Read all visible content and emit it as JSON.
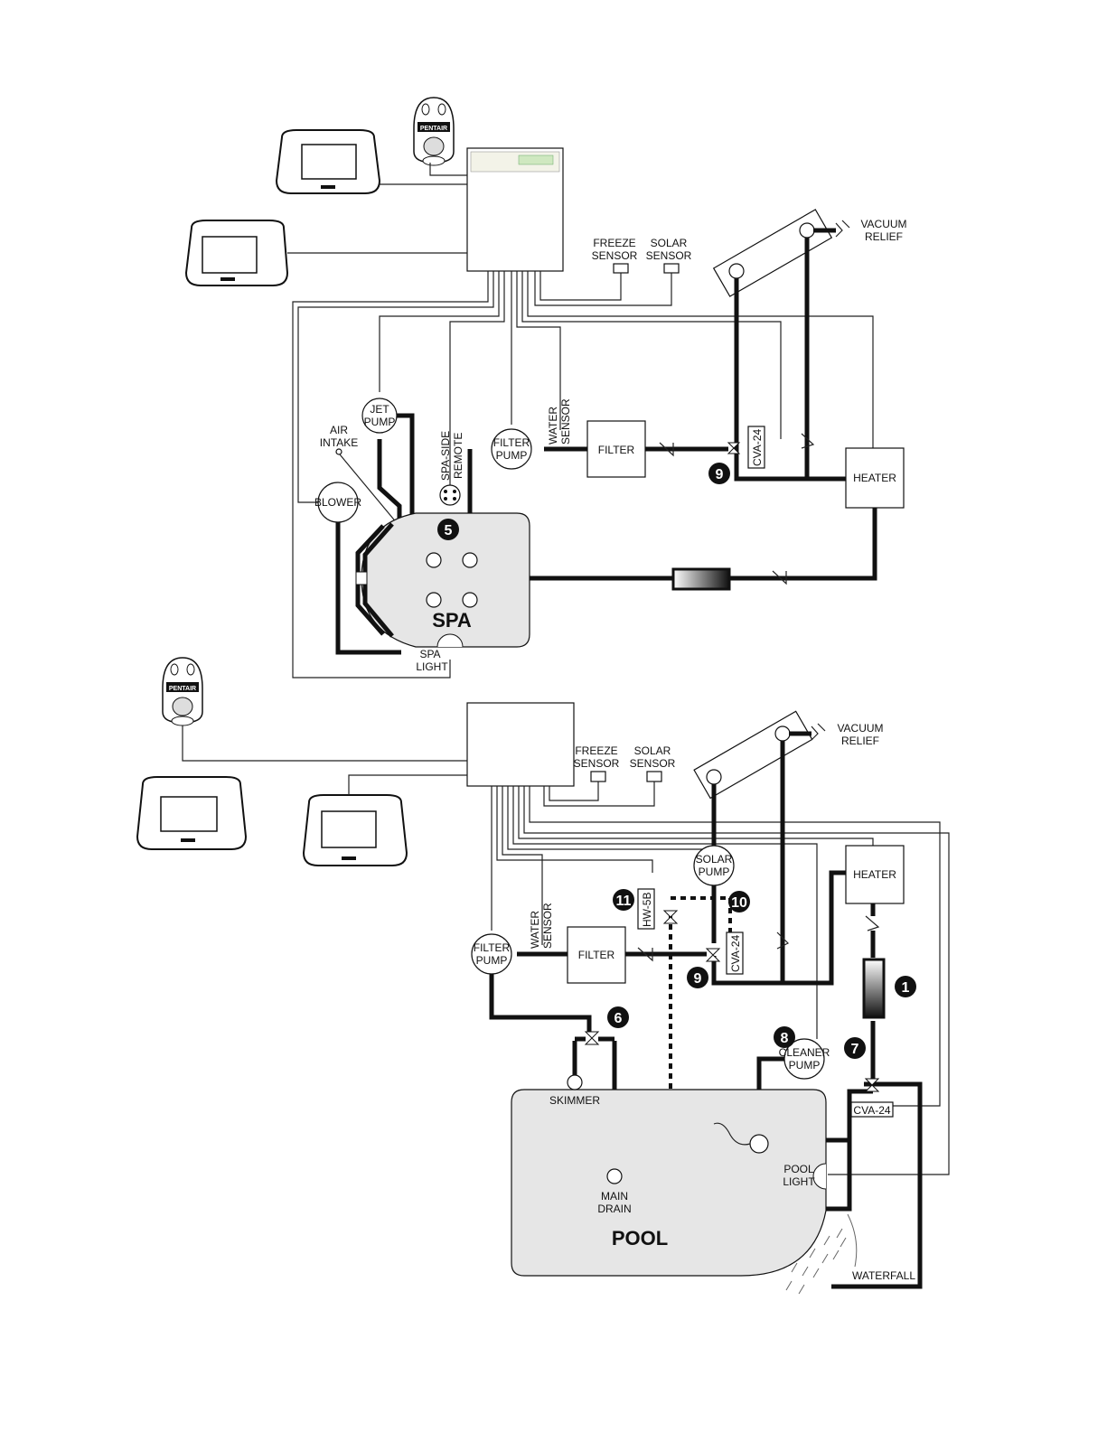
{
  "spa_section": {
    "freeze_sensor": [
      "FREEZE",
      "SENSOR"
    ],
    "solar_sensor": [
      "SOLAR",
      "SENSOR"
    ],
    "vacuum_relief": [
      "VACUUM",
      "RELIEF"
    ],
    "jet_pump": [
      "JET",
      "PUMP"
    ],
    "air_intake": [
      "AIR",
      "INTAKE"
    ],
    "blower": "BLOWER",
    "spa_side_remote": [
      "SPA-SIDE",
      "REMOTE"
    ],
    "filter_pump": [
      "FILTER",
      "PUMP"
    ],
    "water_sensor": [
      "WATER",
      "SENSOR"
    ],
    "filter": "FILTER",
    "valve": "CVA-24",
    "heater": "HEATER",
    "spa": "SPA",
    "spa_light": [
      "SPA",
      "LIGHT"
    ],
    "callouts": [
      "5",
      "9"
    ]
  },
  "pool_section": {
    "freeze_sensor": [
      "FREEZE",
      "SENSOR"
    ],
    "solar_sensor": [
      "SOLAR",
      "SENSOR"
    ],
    "vacuum_relief": [
      "VACUUM",
      "RELIEF"
    ],
    "solar_pump": [
      "SOLAR",
      "PUMP"
    ],
    "heater": "HEATER",
    "hw_valve": "HW-5B",
    "filter_pump": [
      "FILTER",
      "PUMP"
    ],
    "water_sensor": [
      "WATER",
      "SENSOR"
    ],
    "filter": "FILTER",
    "valve": "CVA-24",
    "cleaner_pump": [
      "CLEANER",
      "PUMP"
    ],
    "valve_2": "CVA-24",
    "skimmer": "SKIMMER",
    "main_drain": [
      "MAIN",
      "DRAIN"
    ],
    "pool": "POOL",
    "pool_light": [
      "POOL",
      "LIGHT"
    ],
    "waterfall": "WATERFALL",
    "callouts": [
      "11",
      "10",
      "9",
      "6",
      "8",
      "7",
      "1"
    ]
  },
  "brand": "PENTAIR",
  "colors": {
    "ink": "#111111",
    "water": "#e6e6e6",
    "callout": "#111111"
  }
}
